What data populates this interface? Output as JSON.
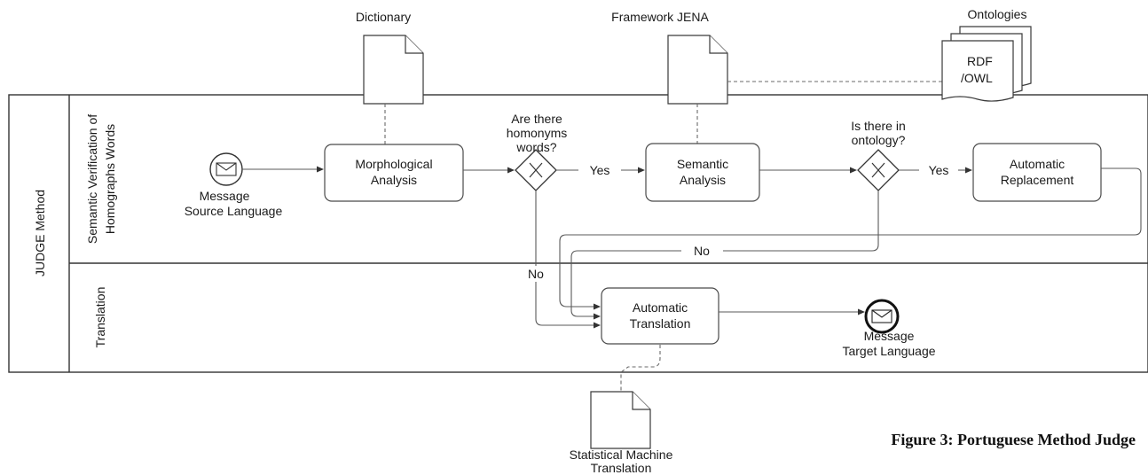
{
  "pool": {
    "label": "JUDGE Method"
  },
  "lanes": {
    "semantic": {
      "line1": "Semantic Verification of",
      "line2": "Homographs Words"
    },
    "translation": {
      "label": "Translation"
    }
  },
  "events": {
    "start": {
      "line1": "Message",
      "line2": "Source Language"
    },
    "end": {
      "line1": "Message",
      "line2": "Target Language"
    }
  },
  "tasks": {
    "morph": {
      "line1": "Morphological",
      "line2": "Analysis"
    },
    "semantic": {
      "line1": "Semantic",
      "line2": "Analysis"
    },
    "replace": {
      "line1": "Automatic",
      "line2": "Replacement"
    },
    "translate": {
      "line1": "Automatic",
      "line2": "Translation"
    }
  },
  "gateways": {
    "homonyms": {
      "line1": "Are there",
      "line2": "homonyms",
      "line3": "words?"
    },
    "ontology": {
      "line1": "Is there in",
      "line2": "ontology?"
    }
  },
  "flows": {
    "yes1": "Yes",
    "yes2": "Yes",
    "no1": "No",
    "no2": "No"
  },
  "artifacts": {
    "dictionary": "Dictionary",
    "jena": "Framework JENA",
    "ontologies": "Ontologies",
    "rdf_line1": "RDF",
    "rdf_line2": "/OWL",
    "smt_line1": "Statistical Machine",
    "smt_line2": "Translation"
  },
  "caption": "Figure 3: Portuguese Method Judge"
}
